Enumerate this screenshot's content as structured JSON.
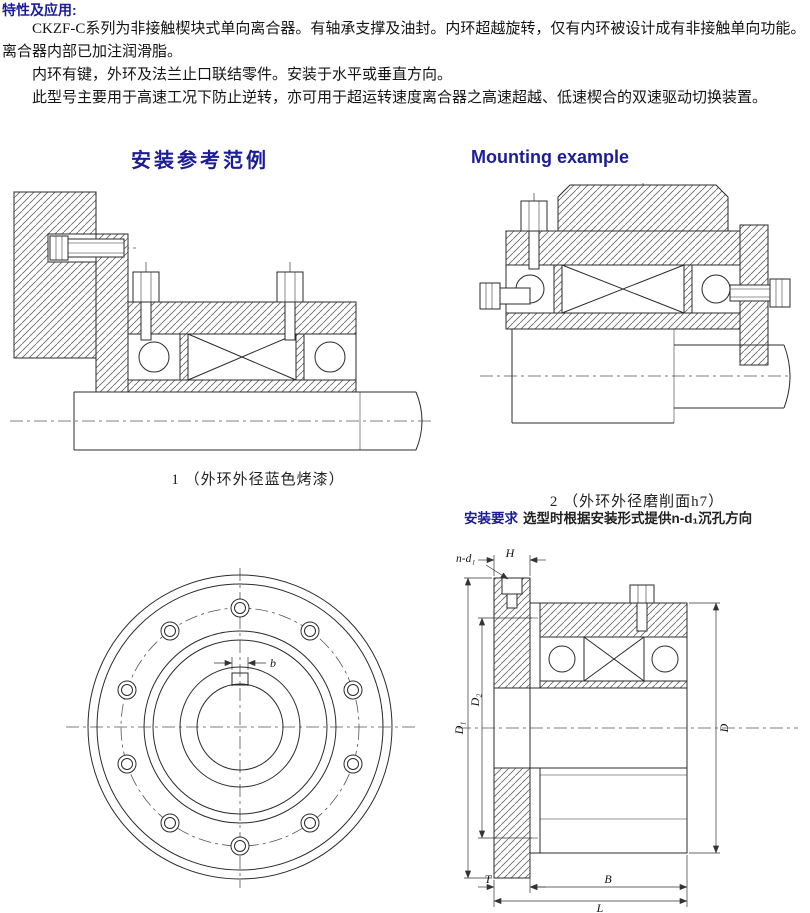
{
  "colors": {
    "accent": "#1c1c99",
    "text": "#111111",
    "line": "#2b2b2b"
  },
  "intro": {
    "title": "特性及应用:",
    "paragraphs": [
      "CKZF-C系列为非接触楔块式单向离合器。有轴承支撑及油封。内环超越旋转，仅有内环被设计成有非接触单向功能。离合器内部已加注润滑脂。",
      "内环有键，外环及法兰止口联结零件。安装于水平或垂直方向。",
      "此型号主要用于高速工况下防止逆转，亦可用于超运转速度离合器之高速超越、低速楔合的双速驱动切换装置。"
    ]
  },
  "headings": {
    "cn": "安装参考范例",
    "en": "Mounting example"
  },
  "captions": {
    "drawing1": "1 （外环外径蓝色烤漆）",
    "drawing2": "2 （外环外径磨削面h7）"
  },
  "requirement": {
    "label": "安装要求",
    "text": "选型时根据安装形式提供n-d₁沉孔方向"
  },
  "dims": {
    "n_d1": "n-d₁",
    "H": "H",
    "D1": "D₁",
    "D2": "D₂",
    "D": "D",
    "T": "T",
    "B": "B",
    "L": "L",
    "b": "b"
  }
}
